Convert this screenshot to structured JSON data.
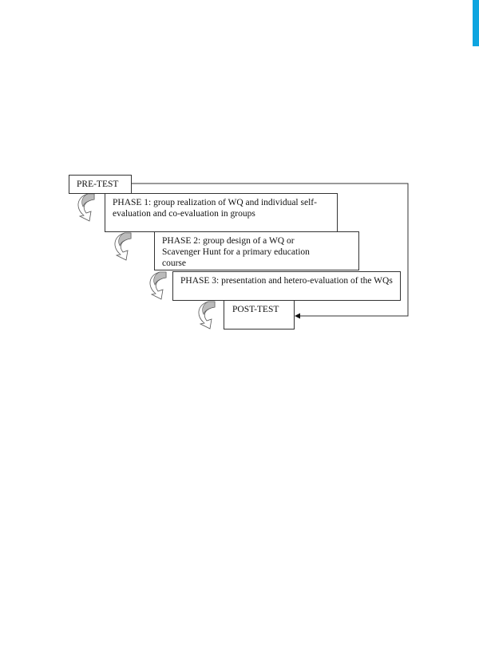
{
  "accent_color": "#0ea5e0",
  "diagram": {
    "pre_test": "PRE-TEST",
    "phase1": "PHASE 1: group realization of WQ and individual self-evaluation and co-evaluation in groups",
    "phase2": "PHASE 2: group design of a WQ or Scavenger Hunt for a primary education course",
    "phase3": "PHASE 3: presentation and hetero-evaluation of the WQs",
    "post_test": "POST-TEST"
  }
}
